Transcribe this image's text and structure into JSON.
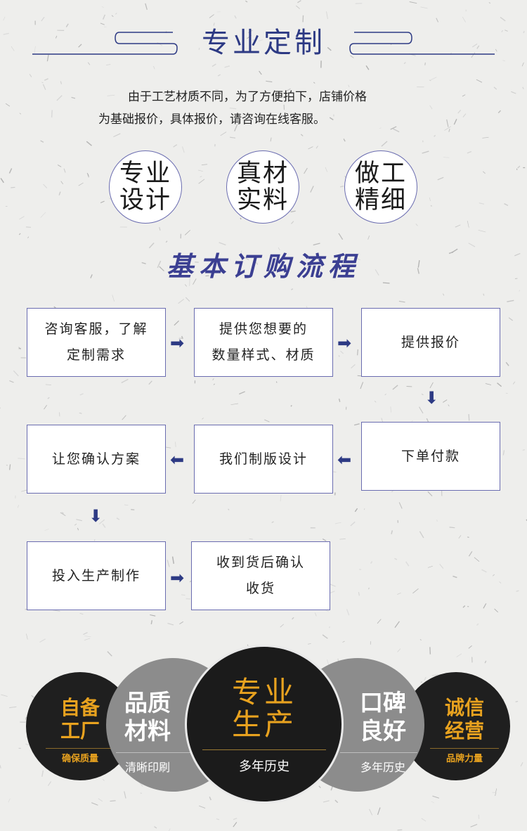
{
  "header": {
    "title": "专业定制",
    "intro_line1": "由于工艺材质不同，为了方便拍下，店铺价格",
    "intro_line2": "为基础报价，具体报价，请咨询在线客服。"
  },
  "features": [
    {
      "line1": "专业",
      "line2": "设计"
    },
    {
      "line1": "真材",
      "line2": "实料"
    },
    {
      "line1": "做工",
      "line2": "精细"
    }
  ],
  "flow": {
    "title": "基本订购流程",
    "steps": [
      {
        "line1": "咨询客服，了解",
        "line2": "定制需求"
      },
      {
        "line1": "提供您想要的",
        "line2": "数量样式、材质"
      },
      {
        "line1": "提供报价",
        "line2": ""
      },
      {
        "line1": "下单付款",
        "line2": ""
      },
      {
        "line1": "我们制版设计",
        "line2": ""
      },
      {
        "line1": "让您确认方案",
        "line2": ""
      },
      {
        "line1": "投入生产制作",
        "line2": ""
      },
      {
        "line1": "收到货后确认",
        "line2": "收货"
      }
    ]
  },
  "badges": [
    {
      "line1": "自备",
      "line2": "工厂",
      "sub": "确保质量"
    },
    {
      "line1": "品质",
      "line2": "材料",
      "sub": "清晰印刷"
    },
    {
      "line1": "专业",
      "line2": "生产",
      "sub": "多年历史"
    },
    {
      "line1": "口碑",
      "line2": "良好",
      "sub": "多年历史"
    },
    {
      "line1": "诚信",
      "line2": "经营",
      "sub": "品牌力量"
    }
  ],
  "colors": {
    "brand_blue": "#2d3a84",
    "gold": "#e8a21f",
    "dark_disc": "#1f1f1f",
    "grey_disc": "#8c8c8c"
  }
}
